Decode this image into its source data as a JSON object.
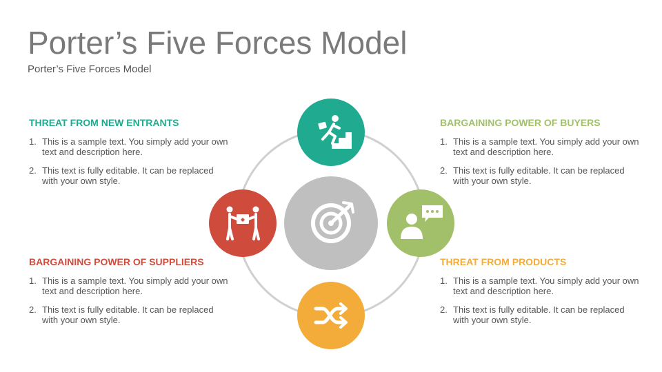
{
  "title": "Porter’s Five Forces Model",
  "subtitle": "Porter’s Five Forces Model",
  "colors": {
    "teal": "#20ab90",
    "green": "#a2c069",
    "red": "#cf4c3d",
    "orange": "#f3ab3a",
    "center": "#bfbfbf",
    "ring": "#d0d0d0"
  },
  "forces": [
    {
      "heading": "THREAT FROM NEW ENTRANTS",
      "icon": "runner-stairs-icon",
      "items": [
        {
          "num": "1.",
          "text": "This is a sample text. You simply add your own text and description here."
        },
        {
          "num": "2.",
          "text": "This text is fully editable. It can be replaced with your own style."
        }
      ]
    },
    {
      "heading": "BARGAINING POWER OF BUYERS",
      "icon": "customer-chat-icon",
      "items": [
        {
          "num": "1.",
          "text": "This is a sample text. You simply add your own text and description here."
        },
        {
          "num": "2.",
          "text": "This text is fully editable. It can be replaced with your own style."
        }
      ]
    },
    {
      "heading": "BARGAINING POWER OF SUPPLIERS",
      "icon": "handover-icon",
      "items": [
        {
          "num": "1.",
          "text": "This is a sample text. You simply add your own text and description here."
        },
        {
          "num": "2.",
          "text": "This text is fully editable. It can be replaced with your own style."
        }
      ]
    },
    {
      "heading": "THREAT FROM PRODUCTS",
      "icon": "shuffle-icon",
      "items": [
        {
          "num": "1.",
          "text": "This is a sample text. You simply add your own text and description here."
        },
        {
          "num": "2.",
          "text": "This text is fully editable. It can be replaced with your own style."
        }
      ]
    }
  ],
  "center_icon": "target-icon"
}
